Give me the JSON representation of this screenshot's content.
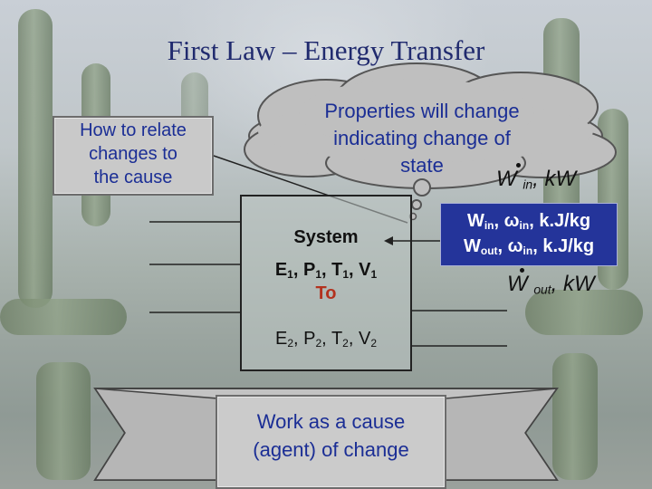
{
  "slide": {
    "title": "First Law – Energy Transfer",
    "left_callout": [
      "How to relate",
      "changes to",
      "the cause"
    ],
    "cloud_lines": [
      "Properties will change",
      "indicating change of",
      "state"
    ],
    "system": {
      "label": "System",
      "initial": {
        "E": "E",
        "P": "P",
        "T": "T",
        "V": "V",
        "sub": "1"
      },
      "surroundings_temp": "To",
      "final": {
        "E": "E",
        "P": "P",
        "T": "T",
        "V": "V",
        "sub": "2"
      }
    },
    "work_box": {
      "line1": {
        "W": "W",
        "w_sub": "in",
        "omega": "ω",
        "omega_sub": "in",
        "unit": ", k.J/kg"
      },
      "line2": {
        "W": "W",
        "w_sub": "out",
        "omega": "ω",
        "omega_sub": "in",
        "unit": ", k.J/kg"
      }
    },
    "work_in_label": {
      "symbol": "W",
      "sub": "in",
      "unit": ", kW"
    },
    "work_out_label": {
      "symbol": "W",
      "sub": "out",
      "unit": ", kW"
    },
    "bottom_callout": [
      "Work as a cause",
      "(agent) of change"
    ],
    "colors": {
      "title": "#202a6e",
      "callout_text": "#1b2e95",
      "work_box_fill": "#24349a",
      "surroundings_temp": "#b3321e",
      "cloud_fill": "#bfbfbf"
    }
  }
}
